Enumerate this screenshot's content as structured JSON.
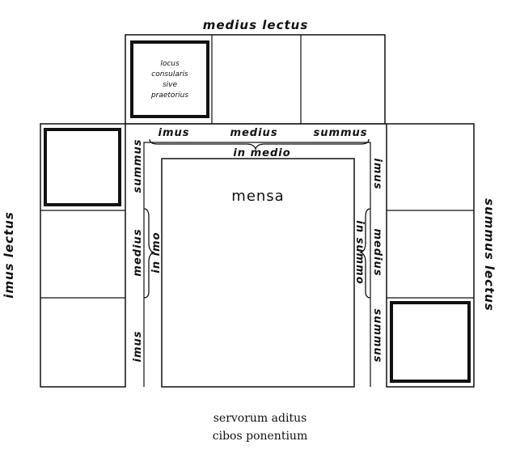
{
  "couches": {
    "medius_lectus": "medius lectus",
    "imus_lectus": "imus lectus",
    "summus_lectus": "summus lectus"
  },
  "honor_place": [
    "locus",
    "consularis",
    "sive",
    "praetorius"
  ],
  "positions": {
    "top_imus": "imus",
    "top_medius": "medius",
    "top_summus": "summus",
    "top_in_medio": "in medio",
    "left_summus": "summus",
    "left_medius": "medius",
    "left_in_imo": "in imo",
    "left_imus": "imus",
    "right_imus": "imus",
    "right_medius": "medius",
    "right_in_summo": "in summo",
    "right_summus": "summus"
  },
  "table": {
    "label": "mensa"
  },
  "caption": {
    "line1": "servorum aditus",
    "line2": "cibos ponentium"
  }
}
